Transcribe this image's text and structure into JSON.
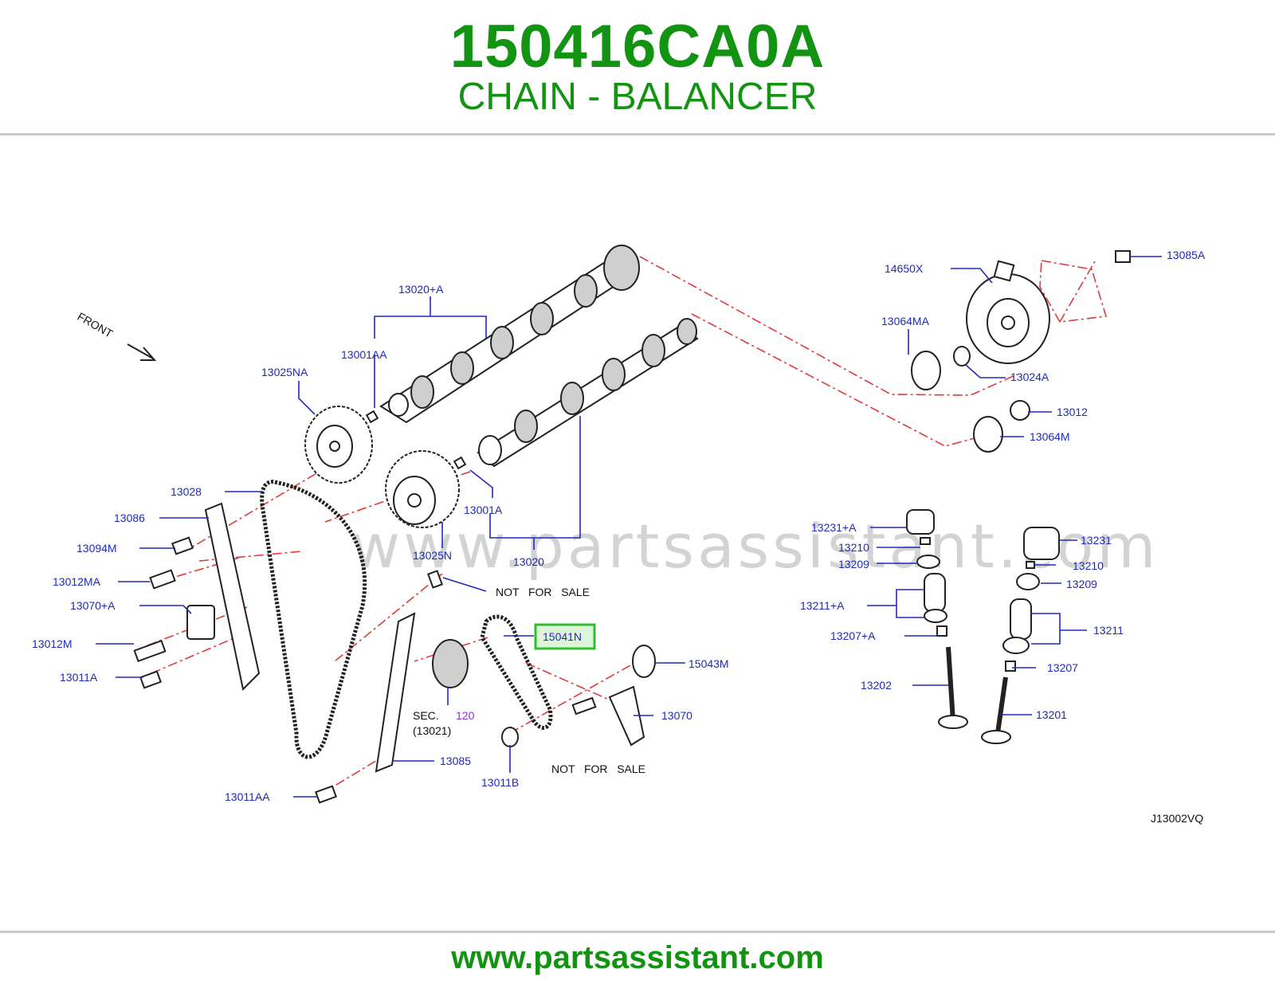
{
  "header": {
    "part_number": "150416CA0A",
    "part_name": "CHAIN - BALANCER"
  },
  "footer": {
    "url": "www.partsassistant.com"
  },
  "watermark": "www.partsassistant.com",
  "diagram": {
    "front_label": "FRONT",
    "figure_code": "J13002VQ",
    "highlighted_part": "15041N",
    "highlight_color": "#2fbf2f",
    "sec_label": "SEC.",
    "sec_number": "120",
    "sec_ref": "(13021)",
    "not_for_sale_1": "NOT   FOR   SALE",
    "not_for_sale_2": "NOT   FOR   SALE",
    "labels": {
      "p13020A": "13020+A",
      "p13001AA": "13001AA",
      "p13025NA": "13025NA",
      "p13028": "13028",
      "p13086": "13086",
      "p13094M": "13094M",
      "p13012MA": "13012MA",
      "p13070A": "13070+A",
      "p13012M": "13012M",
      "p13011A": "13011A",
      "p13001A": "13001A",
      "p13025N": "13025N",
      "p13020": "13020",
      "p15041N": "15041N",
      "p15043M": "15043M",
      "p13070": "13070",
      "p13085": "13085",
      "p13011B": "13011B",
      "p13011AA": "13011AA",
      "p13085A": "13085A",
      "p14650X": "14650X",
      "p13064MA": "13064MA",
      "p13024A": "13024A",
      "p13012": "13012",
      "p13064M": "13064M",
      "p13231A": "13231+A",
      "p13210L": "13210",
      "p13209L": "13209",
      "p13211A": "13211+A",
      "p13207A": "13207+A",
      "p13202": "13202",
      "p13231": "13231",
      "p13210R": "13210",
      "p13209R": "13209",
      "p13211": "13211",
      "p13207": "13207",
      "p13201": "13201"
    }
  }
}
